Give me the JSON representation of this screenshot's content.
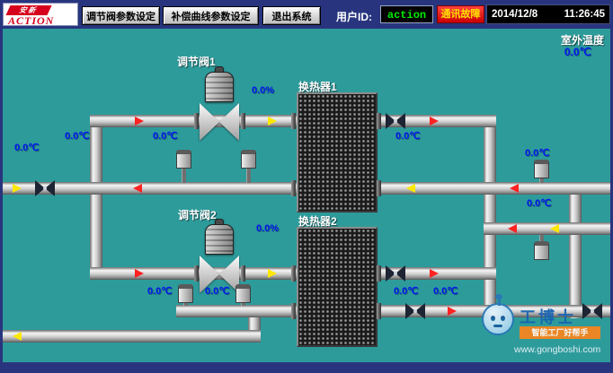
{
  "topbar": {
    "logo": {
      "brand_cn": "安新",
      "brand_en": "ACTION"
    },
    "buttons": [
      {
        "label": "调节阀参数设定"
      },
      {
        "label": "补偿曲线参数设定"
      },
      {
        "label": "退出系统"
      }
    ],
    "user_id_label": "用户ID:",
    "user_id_value": "action",
    "alarm_label": "通讯故障",
    "date": "2014/12/8",
    "time": "11:26:45"
  },
  "outdoor": {
    "label": "室外温度",
    "value": "0.0℃"
  },
  "valve1": {
    "label": "调节阀1",
    "opening": "0.0%"
  },
  "valve2": {
    "label": "调节阀2",
    "opening": "0.0%"
  },
  "hx1_label": "换热器1",
  "hx2_label": "换热器2",
  "temps": [
    "0.0℃",
    "0.0℃",
    "0.0℃",
    "0.0℃",
    "0.0℃",
    "0.0℃",
    "0.0℃",
    "0.0℃",
    "0.0℃",
    "0.0℃"
  ],
  "watermark": {
    "name": "工博士",
    "tagline": "智能工厂好帮手",
    "url": "www.gongboshi.com"
  },
  "colors": {
    "background_teal": "#2E9B9B",
    "topbar_navy": "#28357E",
    "alarm_red": "#CC0000",
    "value_blue": "#0018F0",
    "user_id_green": "#00EE00",
    "arrow_red": "#FF2222",
    "arrow_yellow": "#FFE800"
  }
}
